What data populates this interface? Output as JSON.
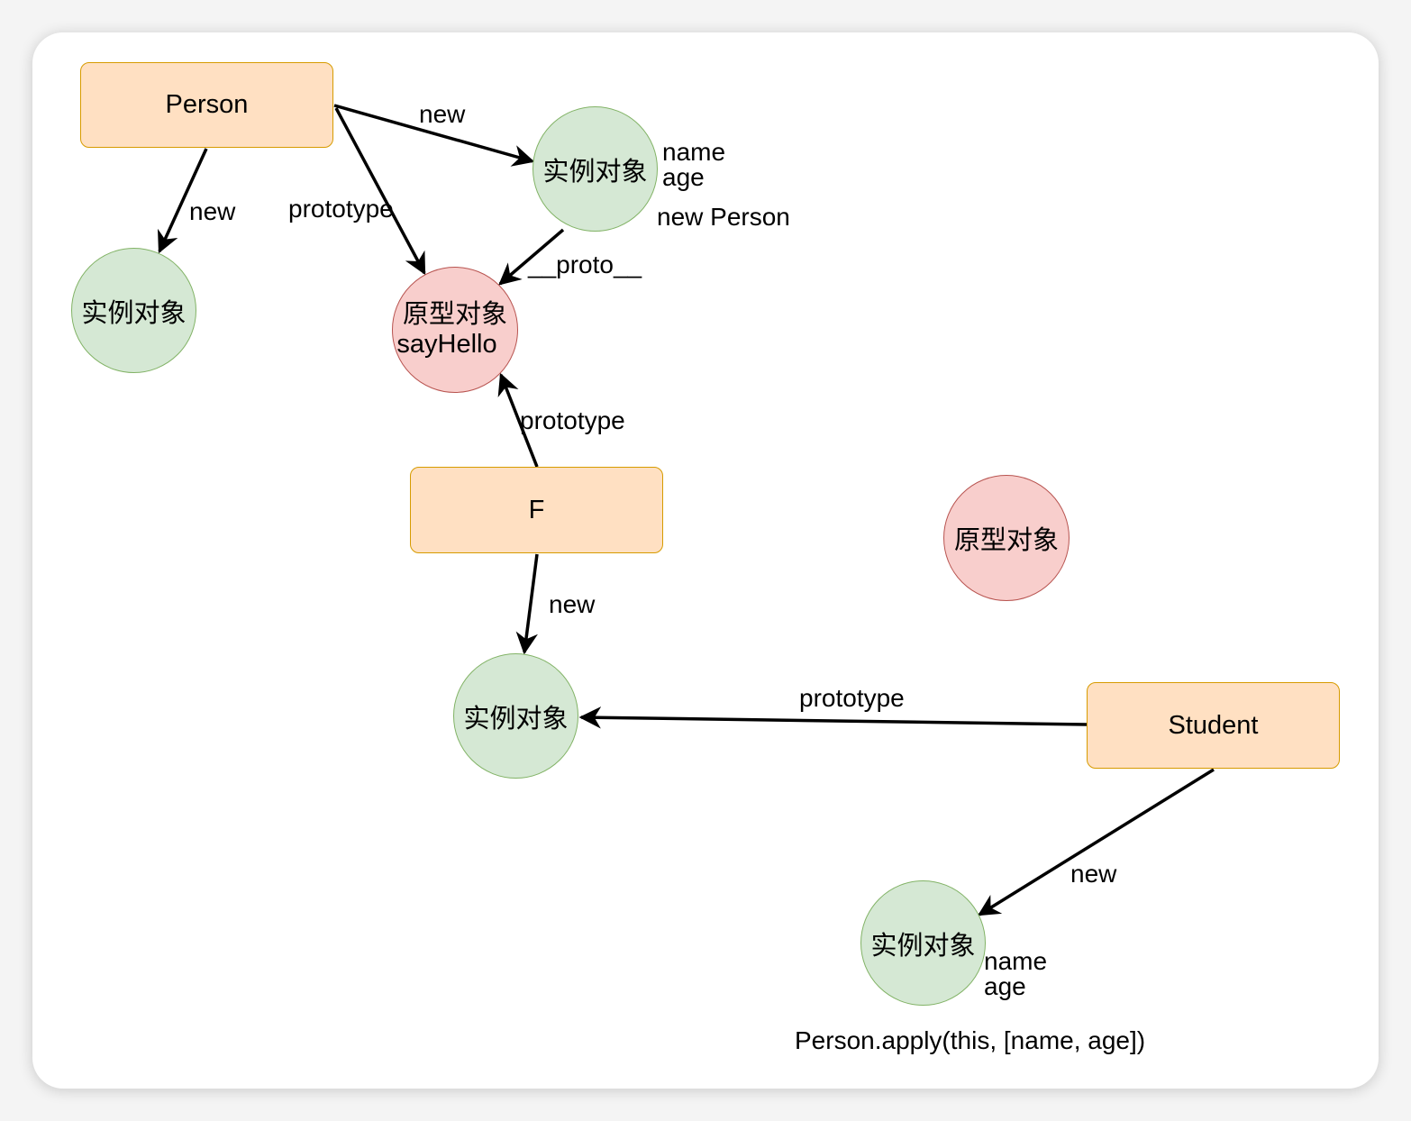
{
  "nodes": {
    "person": "Person",
    "f": "F",
    "student": "Student",
    "instance_person_left": "实例对象",
    "instance_person_right": "实例对象",
    "prototype_main_title": "原型对象",
    "prototype_main_method": "sayHello",
    "prototype_lone": "原型对象",
    "instance_f": "实例对象",
    "instance_student": "实例对象"
  },
  "edge_labels": {
    "person_new_right": "new",
    "person_new_left": "new",
    "person_prototype": "prototype",
    "proto_link": "__proto__",
    "f_prototype": "prototype",
    "f_new": "new",
    "student_prototype": "prototype",
    "student_new": "new"
  },
  "annotations": {
    "person_instance_props": [
      "name",
      "age"
    ],
    "person_instance_note": "new Person",
    "student_instance_props": [
      "name",
      "age"
    ],
    "student_instance_note": "Person.apply(this, [name, age])"
  }
}
